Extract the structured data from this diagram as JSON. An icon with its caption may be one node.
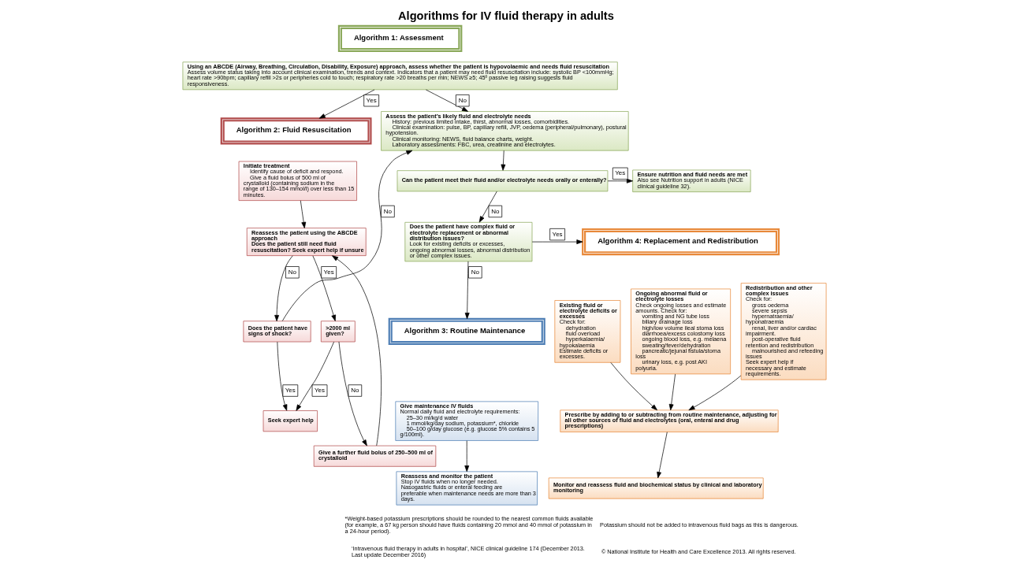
{
  "diagram": {
    "title": "Algorithms for IV fluid therapy in adults",
    "nodes": [
      {
        "text": [
          "Algorithm 1: Assessment"
        ]
      },
      {
        "text": [
          "Using an ABCDE (Airway, Breathing, Circulation, Disability, Exposure) approach, assess whether the patient is hypovolaemic and needs fluid resuscitation",
          "Assess volume status taking into account clinical examination, trends and context. Indicators that a patient may need fluid resuscitation include: systolic BP <100mmHg; heart rate >90bpm; capillary refill >2s or peripheries cold to touch; respiratory rate >20 breaths per min; NEWS ≥5; 45º passive leg raising suggests fluid responsiveness."
        ]
      },
      {
        "text": [
          "Algorithm 2: Fluid Resuscitation"
        ]
      },
      {
        "text": [
          "Initiate treatment",
          "Identify cause of deficit and respond.",
          "Give a fluid bolus of 500 ml of crystalloid (containing sodium in the range of 130–154 mmol/l) over less than 15 minutes."
        ]
      },
      {
        "text": [
          "Reassess the patient using the ABCDE approach",
          "Does the patient still need fluid resuscitation? Seek expert help if unsure"
        ]
      },
      {
        "text": [
          "Does the patient have signs of shock?"
        ]
      },
      {
        "text": [
          ">2000 ml given?"
        ]
      },
      {
        "text": [
          "Seek expert help"
        ]
      },
      {
        "text": [
          "Give a further fluid bolus of 250–500 ml of crystalloid"
        ]
      },
      {
        "text": [
          "Assess the patient’s likely fluid and electrolyte needs",
          "History: previous limited intake, thirst, abnormal losses, comorbidities.",
          "Clinical examination: pulse, BP, capillary refill, JVP, oedema (peripheral/pulmonary), postural hypotension.",
          "Clinical monitoring: NEWS, fluid balance charts, weight.",
          "Laboratory assessments: FBC, urea, creatinine and electrolytes."
        ]
      },
      {
        "text": [
          "Can the patient meet their fluid and/or electrolyte needs orally or enterally?"
        ]
      },
      {
        "text": [
          "Ensure nutrition and fluid needs are met",
          "Also see Nutrition support in adults (NICE clinical guideline 32)."
        ]
      },
      {
        "text": [
          "Does the patient have complex fluid or electrolyte replacement or abnormal distribution issues?",
          "Look for existing deficits or excesses, ongoing abnormal losses, abnormal distribution or other complex issues."
        ]
      },
      {
        "text": [
          "Algorithm 3: Routine Maintenance"
        ]
      },
      {
        "text": [
          "Give maintenance IV fluids",
          "Normal daily fluid and electrolyte requirements:",
          "25–30 ml/kg/d water",
          "1 mmol/kg/day sodium, potassium*, chloride",
          "50–100 g/day glucose (e.g. glucose 5% contains 5 g/100ml)."
        ]
      },
      {
        "text": [
          "Reassess and monitor the patient",
          "Stop IV fluids when no longer needed.",
          "Nasogastric fluids or enteral feeding are preferable when maintenance needs are more than 3 days."
        ]
      },
      {
        "text": [
          "Algorithm 4: Replacement and Redistribution"
        ]
      },
      {
        "text": [
          "Existing fluid or electrolyte deficits or excesses",
          "Check for:",
          "dehydration",
          "fluid overload",
          "hyperkalaemia/ hypokalaemia",
          "Estimate deficits or excesses."
        ]
      },
      {
        "text": [
          "Ongoing abnormal fluid or electrolyte losses",
          "Check ongoing losses and estimate amounts. Check for:",
          "vomiting and NG tube loss",
          "biliary drainage loss",
          "high/low volume ileal stoma loss",
          "diarrhoea/excess colostomy loss",
          "ongoing blood loss, e.g. melaena",
          "sweating/fever/dehydration",
          "pancreatic/jejunal fistula/stoma loss",
          "urinary loss, e.g. post AKI polyuria."
        ]
      },
      {
        "text": [
          "Redistribution and other complex issues",
          "Check for:",
          "gross oedema",
          "severe sepsis",
          "hypernatraemia/ hyponatraemia",
          "renal, liver and/or cardiac impairment.",
          "post-operative fluid retention and redistribution",
          "malnourished and refeeding issues",
          "Seek expert help if necessary and estimate requirements."
        ]
      },
      {
        "text": [
          "Prescribe by adding to or subtracting from routine maintenance, adjusting for all other sources of fluid and electrolytes (oral, enteral and drug prescriptions)"
        ]
      },
      {
        "text": [
          "Monitor and reassess fluid and biochemical status by clinical and laboratory monitoring"
        ]
      }
    ],
    "edges": [
      {
        "from": 1,
        "to": 2,
        "arrow": "to",
        "label": "Yes"
      },
      {
        "from": 1,
        "to": 9,
        "arrow": "to",
        "label": "No"
      },
      {
        "from": 3,
        "to": 4,
        "arrow": "to"
      },
      {
        "from": 4,
        "to": 6,
        "arrow": "to",
        "label": "Yes"
      },
      {
        "from": 4,
        "to": 5,
        "arrow": "to",
        "label": "No"
      },
      {
        "from": 5,
        "to": 7,
        "arrow": "to",
        "label": "Yes"
      },
      {
        "from": 5,
        "to": 9,
        "arrow": "to",
        "label": "No"
      },
      {
        "from": 6,
        "to": 7,
        "arrow": "to",
        "label": "Yes"
      },
      {
        "from": 6,
        "to": 8,
        "arrow": "to",
        "label": "No"
      },
      {
        "from": 8,
        "to": 4,
        "arrow": "to"
      },
      {
        "from": 9,
        "to": 10,
        "arrow": "to"
      },
      {
        "from": 10,
        "to": 11,
        "arrow": "to",
        "label": "Yes"
      },
      {
        "from": 10,
        "to": 12,
        "arrow": "to",
        "label": "No"
      },
      {
        "from": 12,
        "to": 16,
        "arrow": "to",
        "label": "Yes"
      },
      {
        "from": 12,
        "to": 13,
        "arrow": "to",
        "label": "No"
      },
      {
        "from": 14,
        "to": 15,
        "arrow": "to"
      },
      {
        "from": 17,
        "to": 20,
        "arrow": "to"
      },
      {
        "from": 18,
        "to": 20,
        "arrow": "to"
      },
      {
        "from": 19,
        "to": 20,
        "arrow": "to"
      },
      {
        "from": 20,
        "to": 21,
        "arrow": "to"
      }
    ],
    "labels": [
      "*Weight-based potassium prescriptions should be rounded to the nearest common fluids available (for example, a 67 kg person should have fluids containing 20 mmol and 40 mmol of potassium in a 24-hour period).",
      "Potassium should not be added to intravenous fluid bags as this is dangerous.",
      "‘Intravenous fluid therapy in adults in hospital’, NICE clinical guideline 174 (December 2013. Last update December 2016)",
      "© National Institute for Health and Care Excellence 2013. All rights reserved."
    ]
  }
}
